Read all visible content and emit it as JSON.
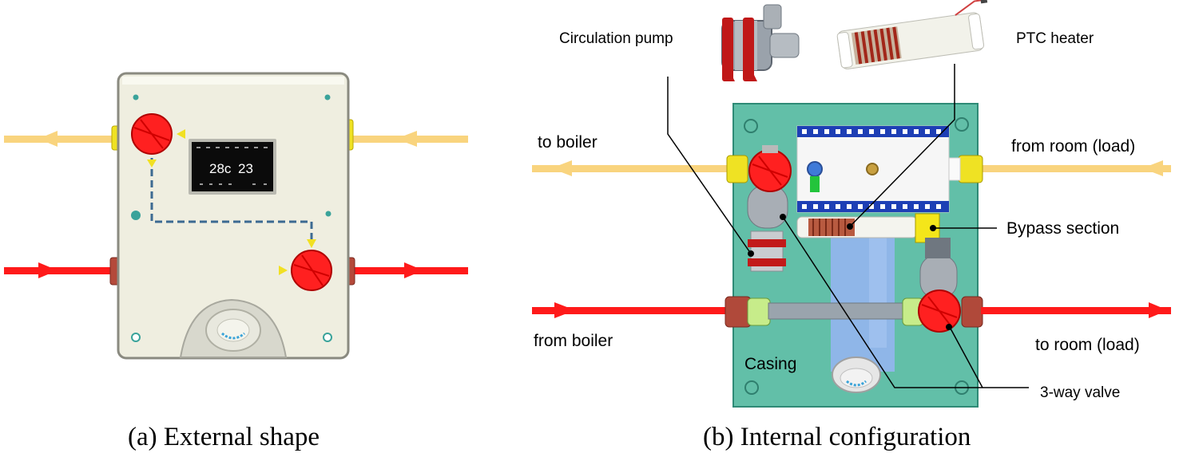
{
  "panel_a": {
    "caption": "(a) External shape",
    "display": {
      "temp_left": "28c",
      "temp_right": "23"
    }
  },
  "panel_b": {
    "caption": "(b) Internal configuration",
    "labels": {
      "circulation_pump": "Circulation pump",
      "ptc_heater": "PTC heater",
      "to_boiler": "to boiler",
      "from_room": "from room (load)",
      "bypass_section": "Bypass section",
      "from_boiler": "from boiler",
      "to_room": "to room (load)",
      "casing": "Casing",
      "three_way_valve": "3-way valve"
    }
  },
  "colors": {
    "return_pipe": "#f9d47e",
    "supply_pipe": "#ff1a1a",
    "casing_green": "#62bfa8",
    "body_cream": "#efeee0",
    "valve_red": "#ff2020",
    "fitting_yellow": "#f1e023"
  }
}
